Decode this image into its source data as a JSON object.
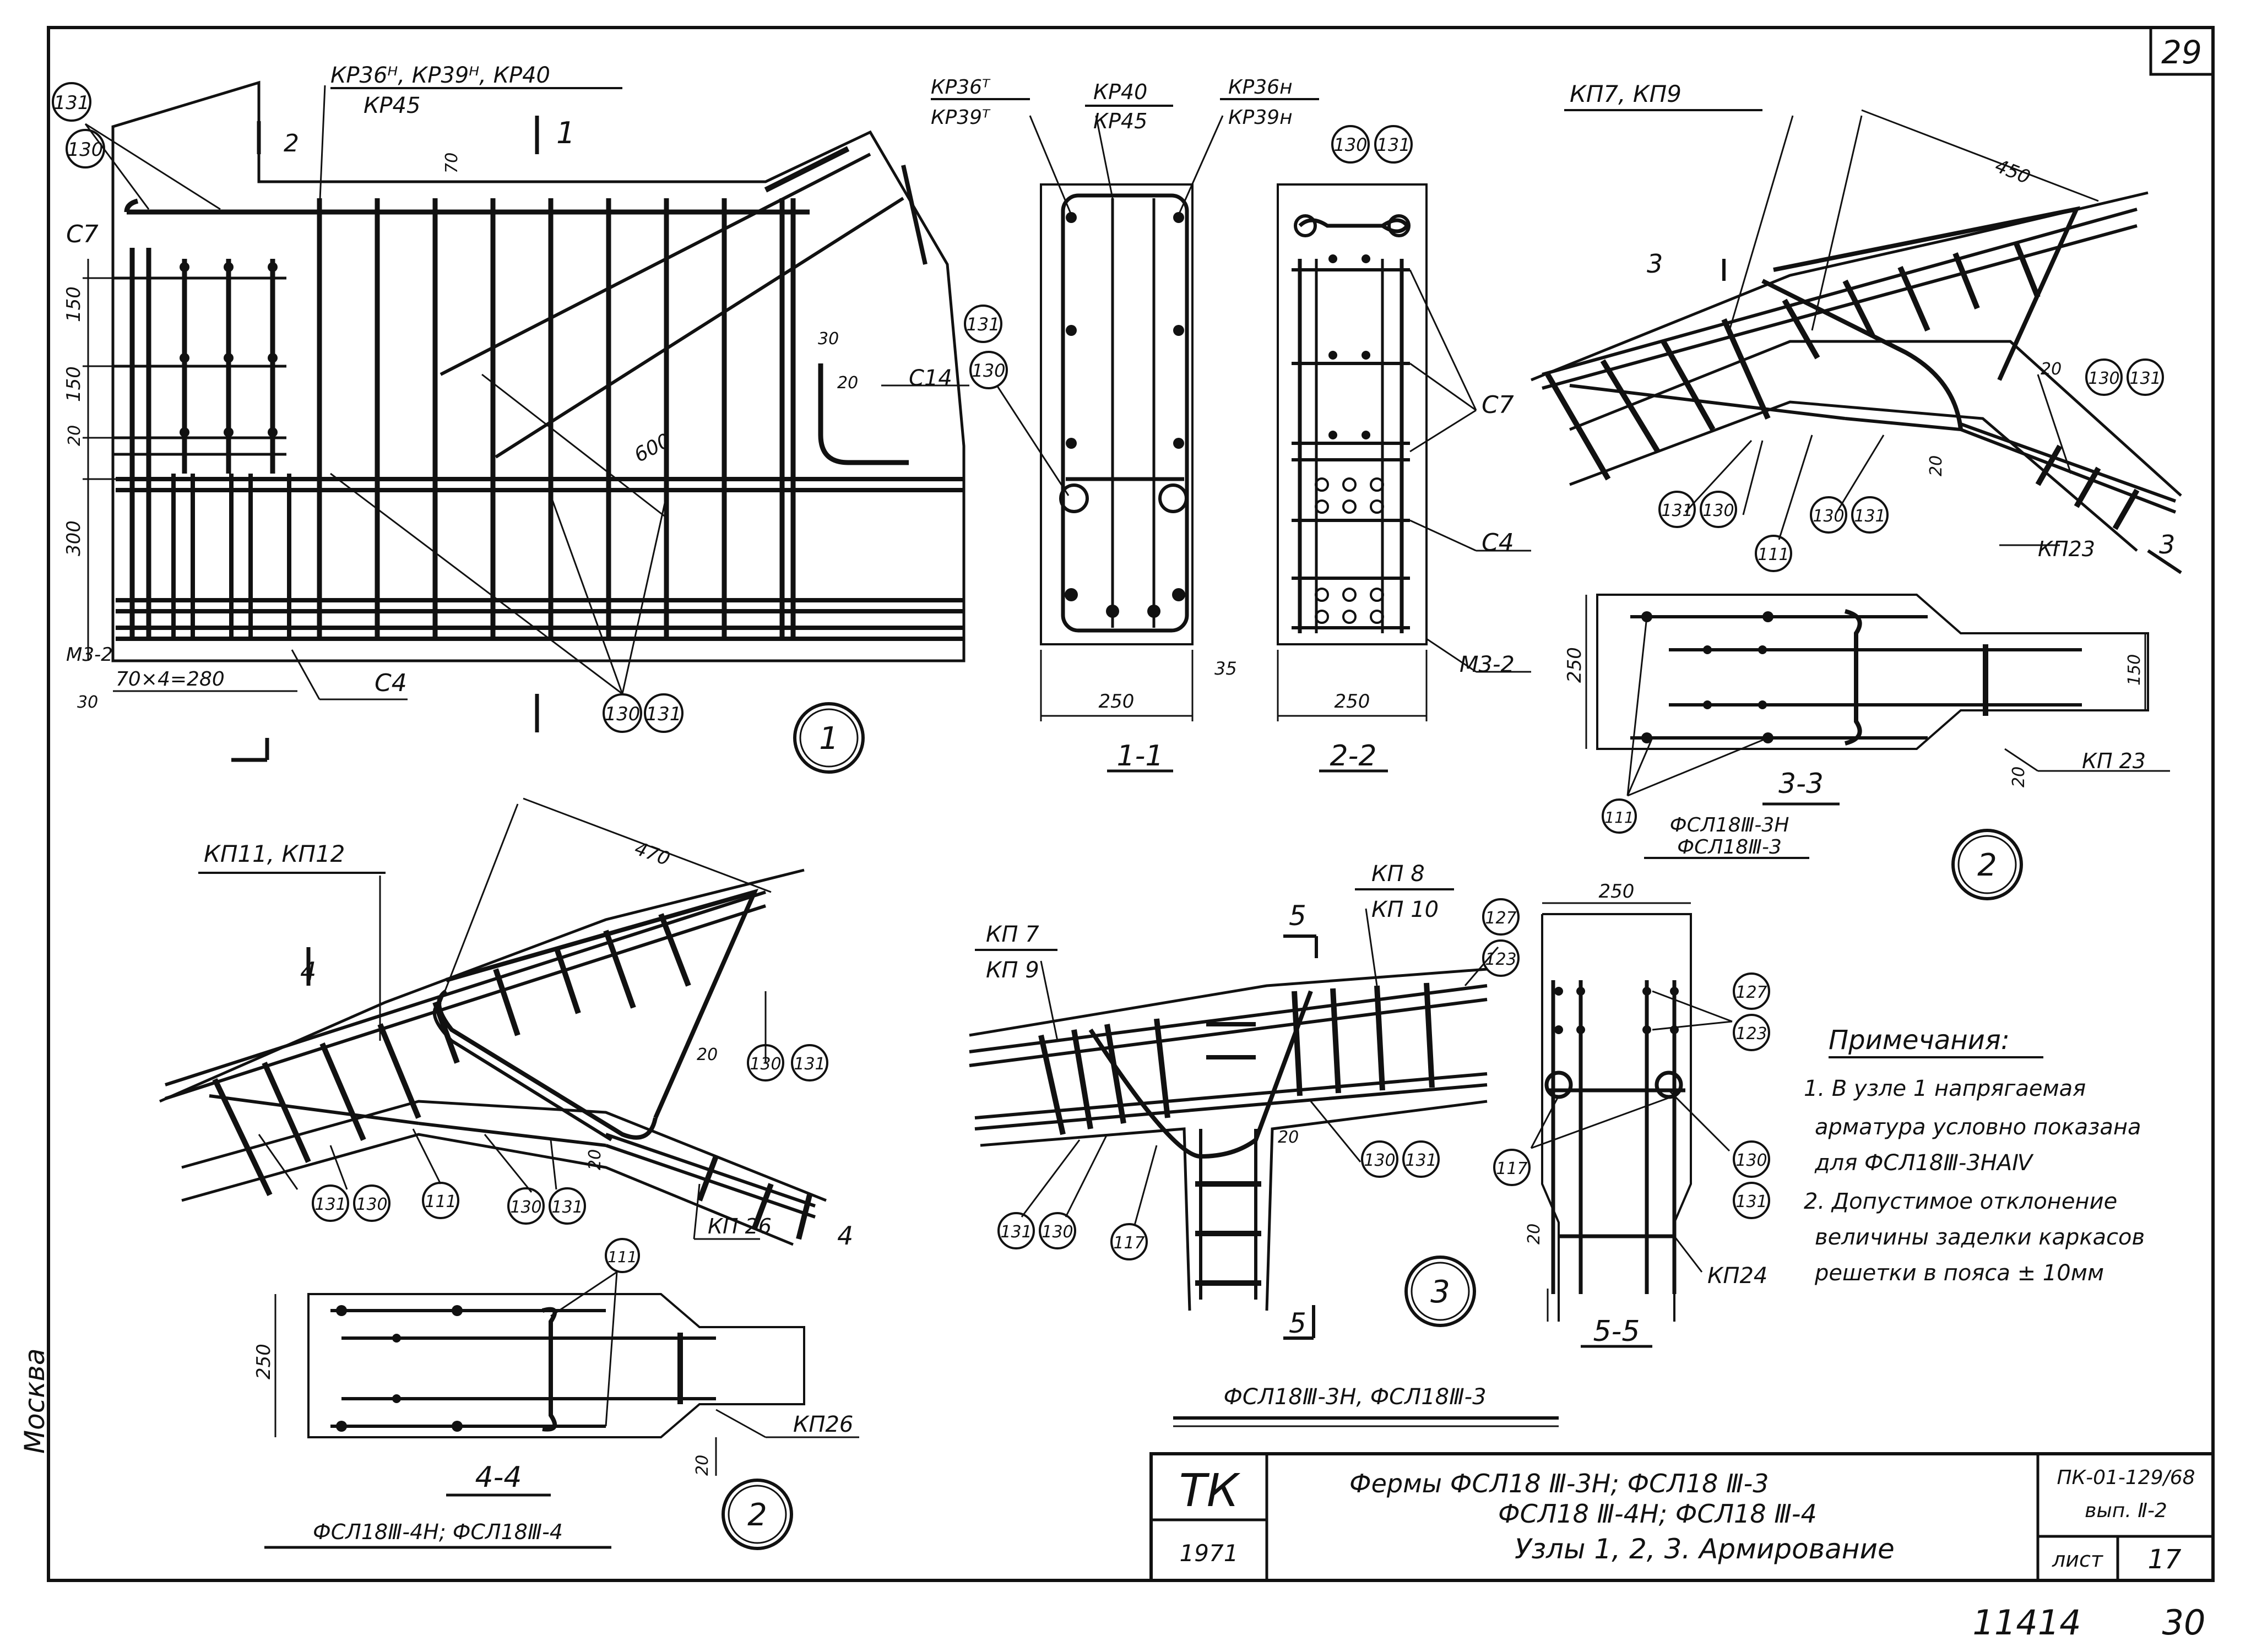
{
  "sheet": {
    "corner_number": "29",
    "side_label": "Москва",
    "footer_left": "11414",
    "footer_right": "30"
  },
  "titleblock": {
    "org": "ТК",
    "year": "1971",
    "title_line1": "Фермы  ФСЛ18 Ⅲ-3Н;  ФСЛ18 Ⅲ-3",
    "title_line2": "ФСЛ18 Ⅲ-4Н;  ФСЛ18 Ⅲ-4",
    "title_line3": "Узлы 1, 2, 3.  Армирование",
    "series": "ПК-01-129/68",
    "issue": "вып. Ⅱ-2",
    "sheet_label": "лист",
    "sheet_no": "17"
  },
  "notes": {
    "heading": "Примечания:",
    "items": [
      "1. В узле 1 напрягаемая",
      "арматура условно показана",
      "для   ФСЛ18Ⅲ-3НАⅣ",
      "2. Допустимое отклонение",
      "величины заделки каркасов",
      "решетки в пояса ± 10мм"
    ]
  },
  "node1": {
    "label_top": "КР36ᴴ, КР39ᴴ, КР40",
    "label_bottom": "КР45",
    "markers": [
      "131",
      "130",
      "130",
      "131"
    ],
    "c7": "С7",
    "c14": "С14",
    "c4": "С4",
    "m32": "М3-2",
    "dim_150a": "150",
    "dim_150b": "150",
    "dim_20": "20",
    "dim_300": "300",
    "dim_70": "70",
    "dim_600": "600",
    "dim_30": "30",
    "dim_20b": "20",
    "dim_spacing": "70×4=280",
    "dim_30b": "30",
    "sec1": "1",
    "sec2": "2",
    "node_no": "1"
  },
  "section11": {
    "left_top": "КР36ᵀ",
    "left_bottom": "КР39ᵀ",
    "mid_top": "КР40",
    "mid_bottom": "КР45",
    "right_top": "КР36н",
    "right_bottom": "КР39н",
    "markers": [
      "131",
      "130"
    ],
    "dim_width": "250",
    "dim_35": "35",
    "caption": "1-1"
  },
  "section22": {
    "markers": [
      "130",
      "131"
    ],
    "c7": "С7",
    "c4": "С4",
    "m32": "М3-2",
    "dim_width": "250",
    "caption": "2-2"
  },
  "node2top": {
    "label": "КП7, КП9",
    "dim_450": "450",
    "dim_20": "20",
    "dim_20b": "20",
    "markers": [
      "130",
      "131",
      "131",
      "130",
      "111",
      "130",
      "131"
    ],
    "kp23": "КП23",
    "sec3": "3"
  },
  "section33": {
    "dim_250": "250",
    "dim_150": "150",
    "dim_20": "20",
    "marker": "111",
    "kp23": "КП 23",
    "caption": "3-3",
    "ref1": "ФСЛ18Ⅲ-3Н",
    "ref2": "ФСЛ18Ⅲ-3",
    "node_no": "2"
  },
  "node2bottom": {
    "label": "КП11, КП12",
    "dim_470": "470",
    "dim_20": "20",
    "dim_20b": "20",
    "markers": [
      "130",
      "131",
      "131",
      "130",
      "111",
      "130",
      "131"
    ],
    "kp26": "КП 26",
    "sec4": "4"
  },
  "section44": {
    "dim_250": "250",
    "dim_20": "20",
    "marker": "111",
    "kp26": "КП26",
    "caption": "4-4",
    "ref": "ФСЛ18Ⅲ-4Н; ФСЛ18Ⅲ-4",
    "node_no": "2"
  },
  "node3": {
    "kp7": "КП 7",
    "kp9": "КП 9",
    "kp8": "КП 8",
    "kp10": "КП 10",
    "markers": [
      "127",
      "123",
      "130",
      "131",
      "131",
      "130",
      "117"
    ],
    "dim_20": "20",
    "sec5": "5",
    "caption": "ФСЛ18Ⅲ-3Н, ФСЛ18Ⅲ-3",
    "node_no": "3"
  },
  "section55": {
    "dim_250": "250",
    "dim_20": "20",
    "markers": [
      "127",
      "123",
      "117",
      "130",
      "131"
    ],
    "kp24": "КП24",
    "caption": "5-5"
  }
}
